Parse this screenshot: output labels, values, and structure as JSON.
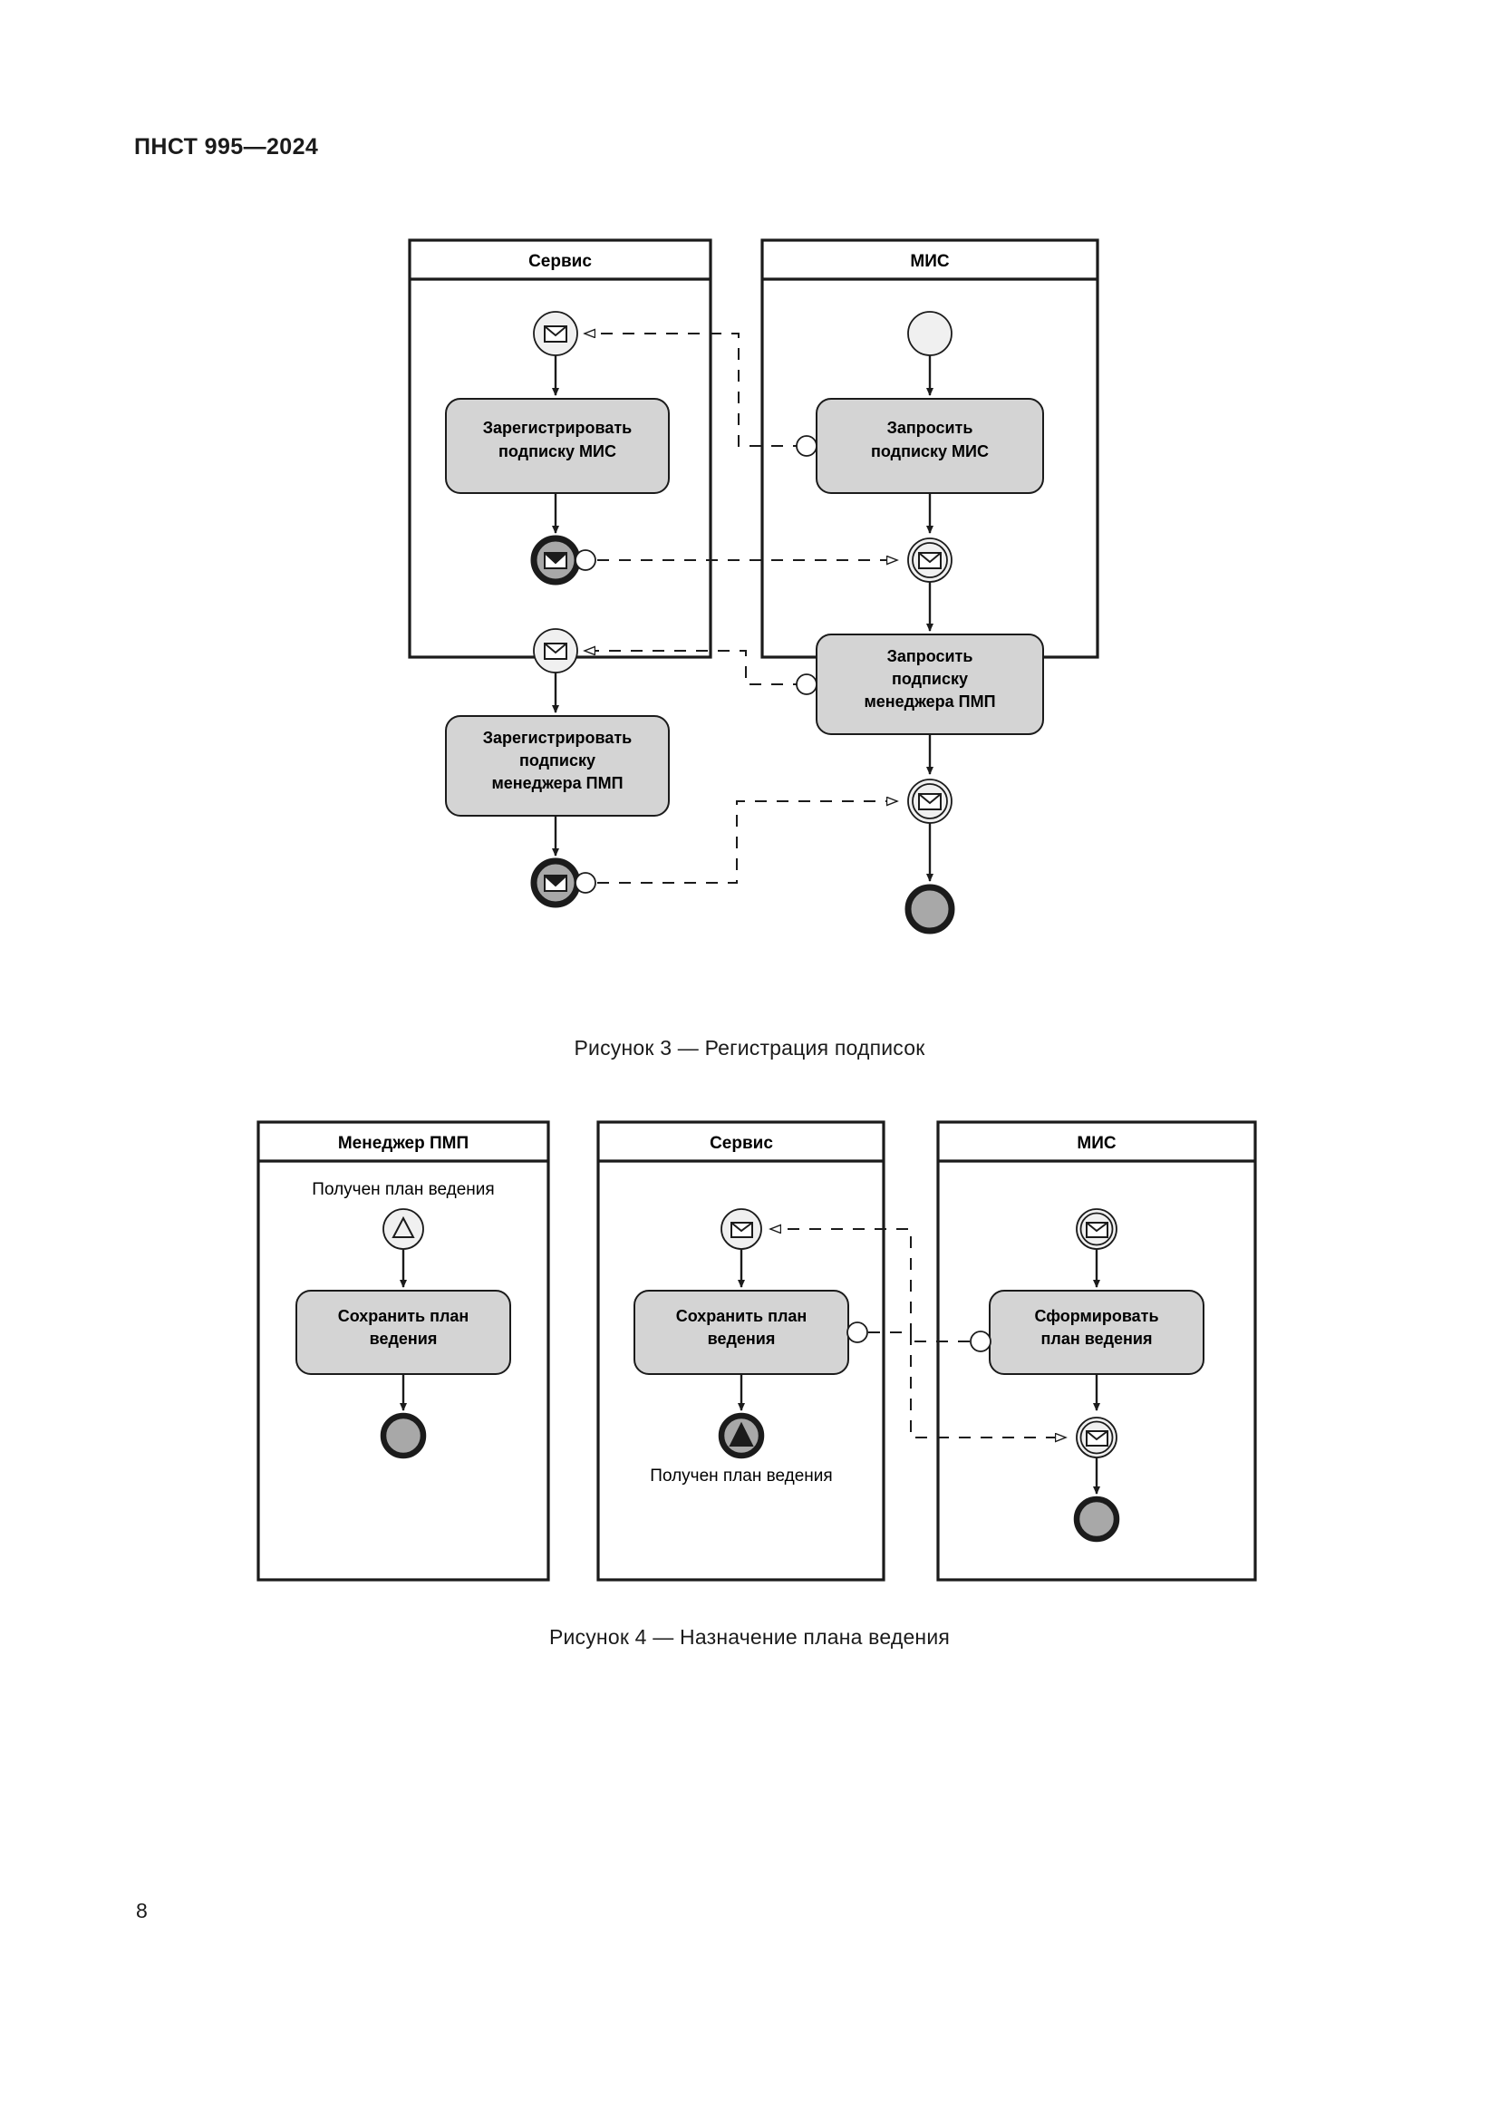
{
  "document": {
    "header": "ПНСТ 995—2024",
    "page_number": "8"
  },
  "figures": [
    {
      "id": "fig3",
      "caption": "Рисунок 3 — Регистрация подписок",
      "pools": [
        {
          "name": "Сервис",
          "elements": [
            {
              "type": "message-start-event",
              "label": ""
            },
            {
              "type": "task",
              "label_line1": "Зарегистрировать",
              "label_line2": "подписку МИС"
            },
            {
              "type": "message-end-event",
              "label": ""
            },
            {
              "type": "message-start-event",
              "label": ""
            },
            {
              "type": "task",
              "label_line1": "Зарегистрировать",
              "label_line2": "подписку",
              "label_line3": "менеджера ПМП"
            },
            {
              "type": "message-end-event",
              "label": ""
            }
          ]
        },
        {
          "name": "МИС",
          "elements": [
            {
              "type": "start-event",
              "label": ""
            },
            {
              "type": "task",
              "label_line1": "Запросить",
              "label_line2": "подписку МИС"
            },
            {
              "type": "message-intermediate-catch-event",
              "label": ""
            },
            {
              "type": "task",
              "label_line1": "Запросить",
              "label_line2": "подписку",
              "label_line3": "менеджера ПМП"
            },
            {
              "type": "message-intermediate-catch-event",
              "label": ""
            },
            {
              "type": "end-event",
              "label": ""
            }
          ]
        }
      ]
    },
    {
      "id": "fig4",
      "caption": "Рисунок 4 — Назначение плана ведения",
      "pools": [
        {
          "name": "Менеджер ПМП",
          "elements": [
            {
              "type": "signal-start-event",
              "label": "Получен план ведения"
            },
            {
              "type": "task",
              "label_line1": "Сохранить план",
              "label_line2": "ведения"
            },
            {
              "type": "end-event",
              "label": ""
            }
          ]
        },
        {
          "name": "Сервис",
          "elements": [
            {
              "type": "message-start-event",
              "label": ""
            },
            {
              "type": "task",
              "label_line1": "Сохранить план",
              "label_line2": "ведения"
            },
            {
              "type": "signal-end-event",
              "label": "Получен план ведения"
            }
          ]
        },
        {
          "name": "МИС",
          "elements": [
            {
              "type": "message-intermediate-catch-event",
              "label": ""
            },
            {
              "type": "task",
              "label_line1": "Сформировать",
              "label_line2": "план ведения"
            },
            {
              "type": "message-intermediate-catch-event",
              "label": ""
            },
            {
              "type": "end-event",
              "label": ""
            }
          ]
        }
      ]
    }
  ],
  "colors": {
    "stroke": "#1b1b1b",
    "task_fill": "#d4d4d4",
    "event_fill": "#f0f0f0",
    "end_event_fill": "#a8a8a8",
    "page_bg": "#ffffff"
  }
}
